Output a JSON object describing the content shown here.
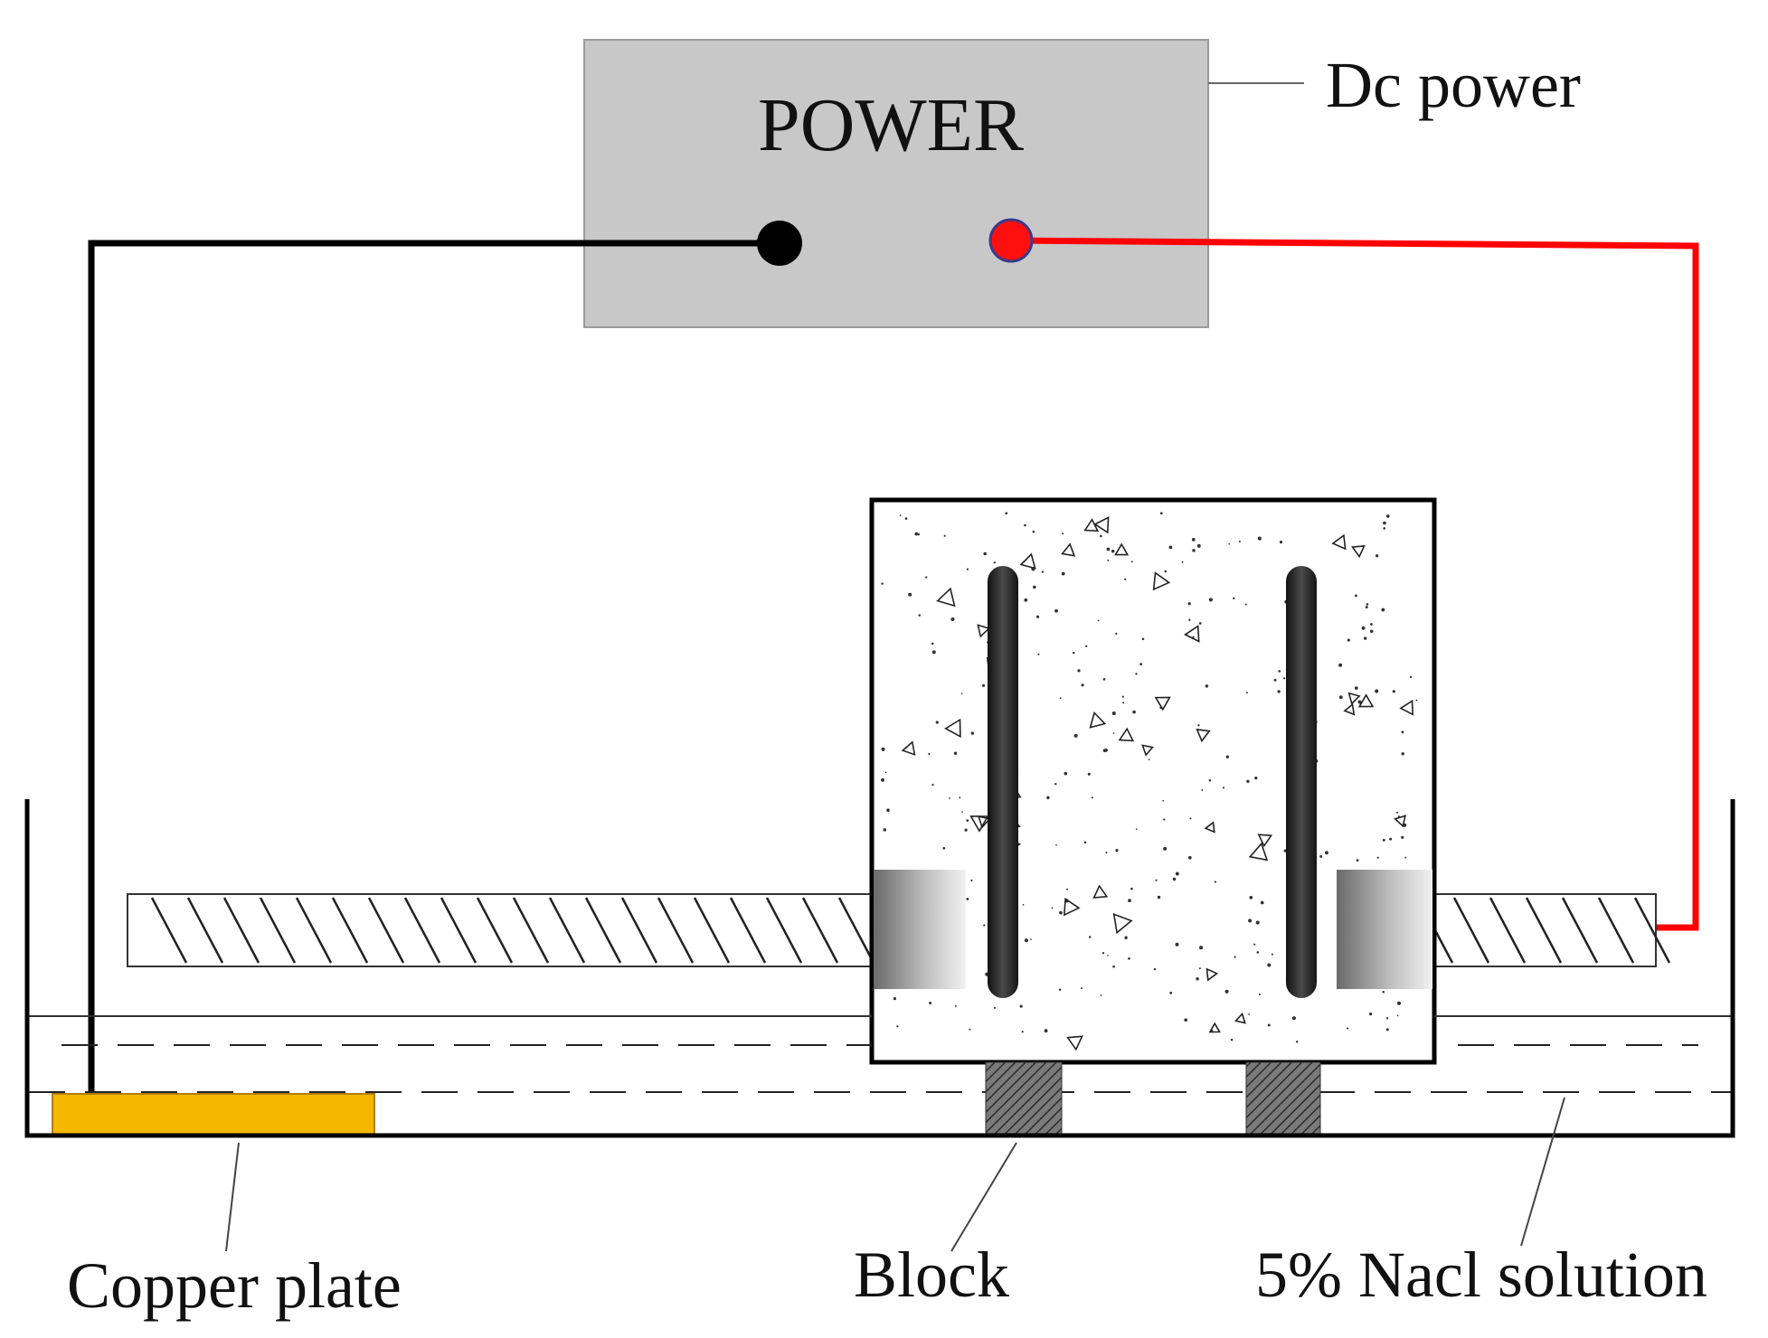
{
  "power_supply": {
    "panel_text": "POWER"
  },
  "labels": {
    "dc_power": "Dc power",
    "copper_plate": "Copper plate",
    "block": "Block",
    "solution": "5% Nacl solution"
  },
  "colors": {
    "power_box": "#c8c8c8",
    "negative_wire": "#000000",
    "positive_wire": "#ff0000",
    "copper_plate": "#f5b800",
    "block_hatch": "#555555",
    "embedded_bar": "#2a2a2a"
  }
}
